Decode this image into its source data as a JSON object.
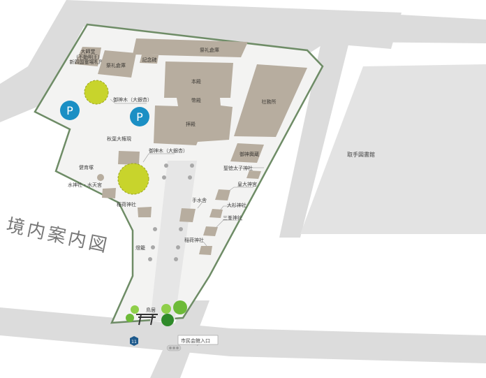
{
  "title": "境内案内図",
  "library": "取手図書館",
  "parking_label": "P",
  "buildings": {
    "daishido": "大師堂",
    "daishido_sub1": "(不動明王)",
    "daishido_sub2": "新四国霊場札所",
    "sairei_souko_1": "祭礼倉庫",
    "sairei_souko_2": "祭礼倉庫",
    "kinenhi": "記念碑",
    "honden": "本殿",
    "heiden": "幣殿",
    "haiden": "拝殿",
    "shamusho": "社務所",
    "mikoshigura": "御神輿蔵"
  },
  "labels": {
    "goshinboku_1": "御神木（大銀杏）",
    "goshinboku_2": "御神木（大銀杏）",
    "akiba": "秋葉大権現",
    "fudezuka": "健育塚",
    "suijinja": "水神社・水天宮",
    "inari_1": "稲荷神社",
    "inari_2": "稲荷神社",
    "shotoku": "聖徳太子神社",
    "kotaijingu": "皇大神宮",
    "temizuya": "手水舎",
    "osugi": "大杉神社",
    "mitsumine": "三峯神社",
    "toro": "燈籠",
    "torii": "鳥居",
    "entrance": "市民会館入口",
    "route_number": "11"
  },
  "colors": {
    "road": "#dcdcdc",
    "ground": "#f3f3f2",
    "border": "#6e8c66",
    "building": "#b7ad9f",
    "parking": "#1b8fc4",
    "ginkgo": "#c8d42c"
  }
}
